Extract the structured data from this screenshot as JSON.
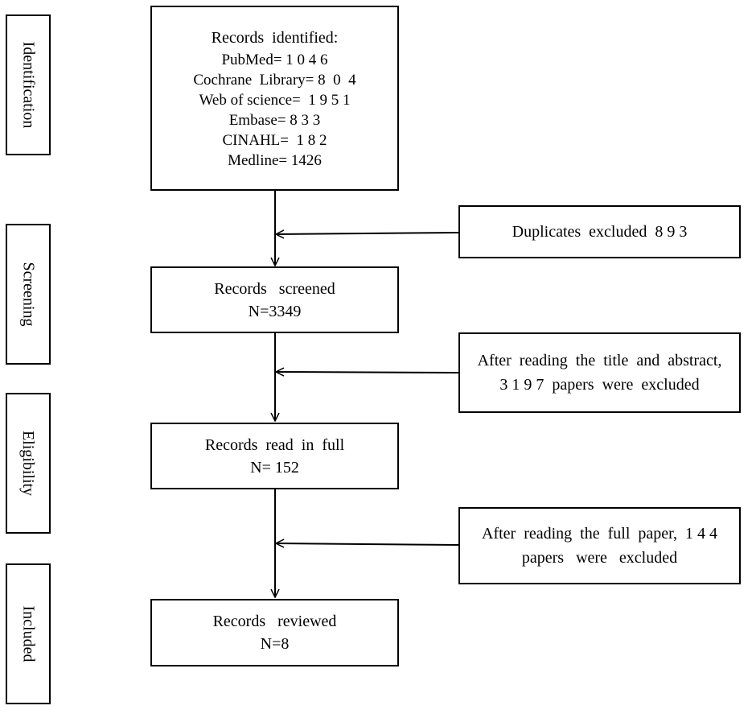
{
  "stages": {
    "identification": "Identification",
    "screening": "Screening",
    "eligibility": "Eligibility",
    "included": "Included"
  },
  "identified": {
    "heading": "Records  identified:",
    "sources": [
      "PubMed= 1 0 4 6",
      "Cochrane  Library= 8  0  4",
      "Web of science=  1 9 5 1",
      "Embase= 8 3 3",
      "CINAHL=  1 8 2",
      "Medline= 1426"
    ]
  },
  "duplicates": {
    "text": "Duplicates  excluded  8 9 3"
  },
  "screened": {
    "line1": "Records   screened",
    "line2": "N=3349"
  },
  "title_abstract_excluded": {
    "line1": "After  reading  the  title  and  abstract,",
    "line2": "3 1 9 7  papers  were  excluded"
  },
  "read_full": {
    "line1": "Records  read  in  full",
    "line2": "N= 152"
  },
  "full_paper_excluded": {
    "line1": "After  reading  the  full  paper,  1 4 4",
    "line2": "papers   were   excluded"
  },
  "reviewed": {
    "line1": "Records   reviewed",
    "line2": "N=8"
  }
}
